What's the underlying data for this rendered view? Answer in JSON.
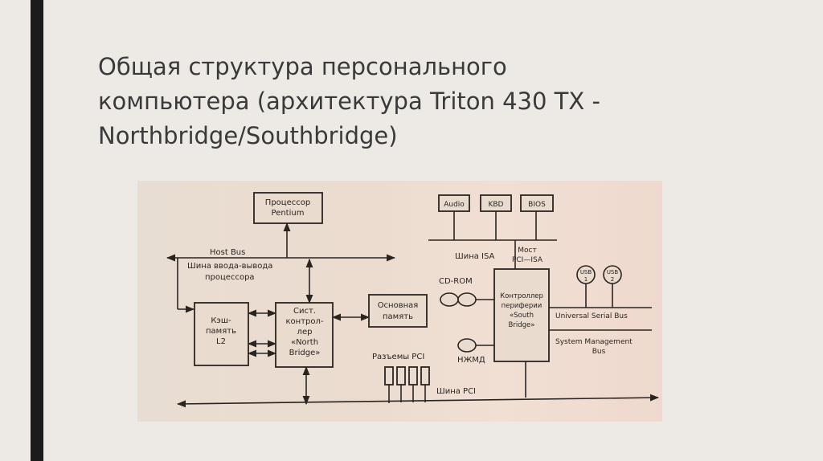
{
  "slide": {
    "title_lines": [
      "Общая структура персонального",
      "компьютера (архитектура Triton 430 TX  -",
      "Northbridge/Southbridge)"
    ]
  },
  "diagram": {
    "cpu": [
      "Процессор",
      "Pentium"
    ],
    "host_bus": "Host Bus",
    "cpu_io_bus": [
      "Шина ввода-вывода",
      "процессора"
    ],
    "cache": [
      "Кэш-",
      "память",
      "L2"
    ],
    "north_bridge": [
      "Сист.",
      "контрол-",
      "лер",
      "«North",
      "Bridge»"
    ],
    "main_memory": [
      "Основная",
      "память"
    ],
    "pci_slots": "Разъемы PCI",
    "pci_bus": "Шина PCI",
    "audio": "Audio",
    "kbd": "KBD",
    "bios": "BIOS",
    "isa_bus": "Шина ISA",
    "pci_isa_bridge": [
      "Мост",
      "PCI—ISA"
    ],
    "cdrom": "CD-ROM",
    "south_bridge": [
      "Контроллер",
      "периферии",
      "«South",
      "Bridge»"
    ],
    "hdd": "НЖМД",
    "usb1": [
      "USB",
      "1"
    ],
    "usb2": [
      "USB",
      "2"
    ],
    "usb_bus": "Universal Serial Bus",
    "smbus": [
      "System Management",
      "Bus"
    ]
  },
  "colors": {
    "background": "#edeae6",
    "accent_bar": "#1c1c1c",
    "title": "#3a3a3a",
    "photo": "#ecdcd0",
    "ink": "#2a2420"
  }
}
